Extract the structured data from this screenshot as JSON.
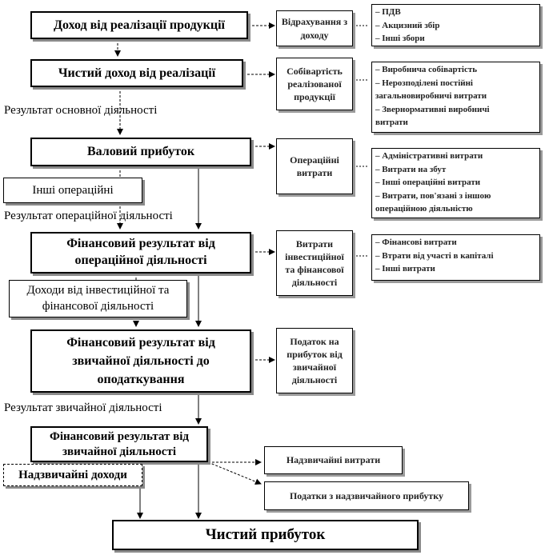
{
  "main_boxes": {
    "revenue": "Доход від реалізації продукції",
    "net_revenue": "Чистий доход від реалізації",
    "gross_profit": "Валовий прибуток",
    "fin_result_operating": "Фінансовий результат від операційної діяльності",
    "fin_result_before_tax": "Фінансовий результат від звичайної діяльності до оподаткування",
    "fin_result_ordinary": "Фінансовий результат від звичайної діяльності",
    "net_profit": "Чистий прибуток"
  },
  "input_boxes": {
    "other_operating": "Інші операційні",
    "investment_income": "Доходи від інвестиційної та фінансової діяльності",
    "extraordinary_income": "Надзвичайні доходи"
  },
  "section_labels": {
    "main_activity": "Результат основної діяльності",
    "operating_activity": "Результат операційної діяльності",
    "ordinary_activity": "Результат звичайної діяльності"
  },
  "deduction_boxes": {
    "revenue_deductions": "Відрахування з доходу",
    "cost_of_sales": "Собівартість реалізованої продукції",
    "operating_expenses": "Операційні витрати",
    "investment_expenses": "Витрати інвестиційної та фінансової діяльності",
    "income_tax": "Податок на прибуток від звичайної діяльності",
    "extraordinary_expenses": "Надзвичайні витрати",
    "extraordinary_tax": "Податки з надзвичайного прибутку"
  },
  "detail_lists": {
    "revenue_deductions": [
      "–  ПДВ",
      "–  Акцизний збір",
      "–  Інші збори"
    ],
    "cost_of_sales": [
      "–  Виробнича собівартість",
      "–  Нерозподілені постійні",
      "загальновиробничі витрати",
      "–  Звернормативні виробничі",
      "витрати"
    ],
    "operating_expenses": [
      "–  Адміністративні витрати",
      "–  Витрати на збут",
      "–  Інші операційні  витрати",
      "–  Витрати, пов'язані з іншою",
      "операційною  діяльністю"
    ],
    "investment_expenses": [
      "–  Фінансові витрати",
      "–  Втрати від участі в капіталі",
      "–  Інші витрати"
    ]
  }
}
